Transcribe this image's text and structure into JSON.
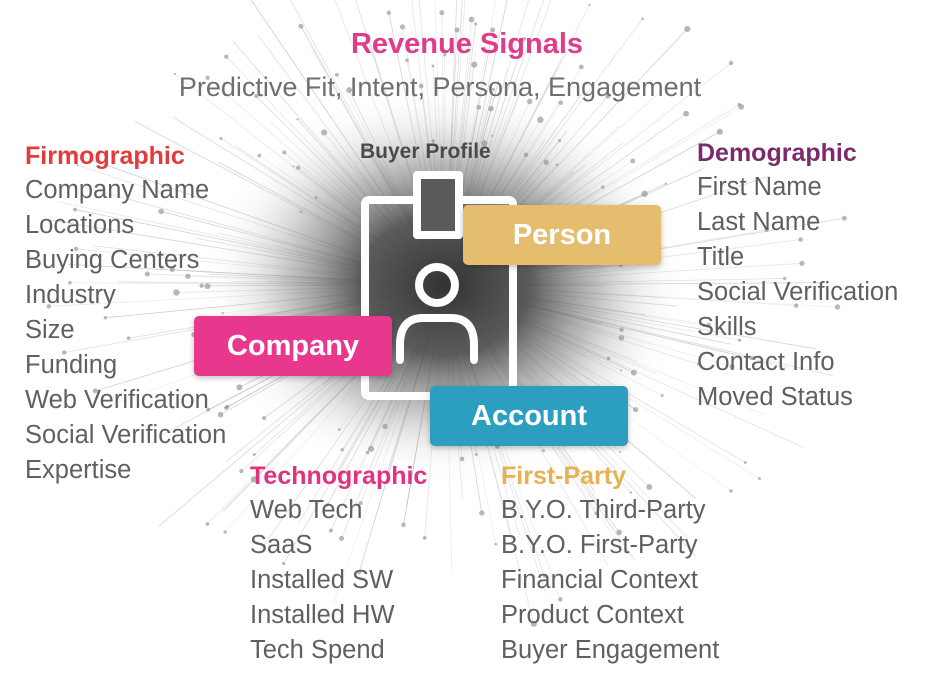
{
  "title": "Revenue Signals",
  "subtitle": "Predictive Fit, Intent, Persona, Engagement",
  "center": {
    "label": "Buyer Profile",
    "icon": "badge-person-icon",
    "tags": {
      "person": "Person",
      "company": "Company",
      "account": "Account"
    }
  },
  "groups": {
    "firmographic": {
      "heading": "Firmographic",
      "items": [
        "Company Name",
        "Locations",
        "Buying Centers",
        "Industry",
        "Size",
        "Funding",
        "Web Verification",
        "Social Verification",
        "Expertise"
      ]
    },
    "demographic": {
      "heading": "Demographic",
      "items": [
        "First Name",
        "Last Name",
        "Title",
        "Social Verification",
        "Skills",
        "Contact Info",
        "Moved Status"
      ]
    },
    "technographic": {
      "heading": "Technographic",
      "items": [
        "Web Tech",
        "SaaS",
        "Installed SW",
        "Installed HW",
        "Tech Spend"
      ]
    },
    "first_party": {
      "heading": "First-Party",
      "items": [
        "B.Y.O. Third-Party",
        "B.Y.O. First-Party",
        "Financial Context",
        "Product Context",
        "Buyer Engagement"
      ]
    }
  },
  "colors": {
    "title": "#e03c8c",
    "subtitle": "#6f6f6f",
    "firmographic": "#e23b3a",
    "demographic": "#7b2a6e",
    "technographic": "#e0327f",
    "first_party": "#e6b152",
    "person_tag": "#e4bd6f",
    "company_tag": "#e8388e",
    "account_tag": "#2c9ec0",
    "list_text": "#606060"
  }
}
